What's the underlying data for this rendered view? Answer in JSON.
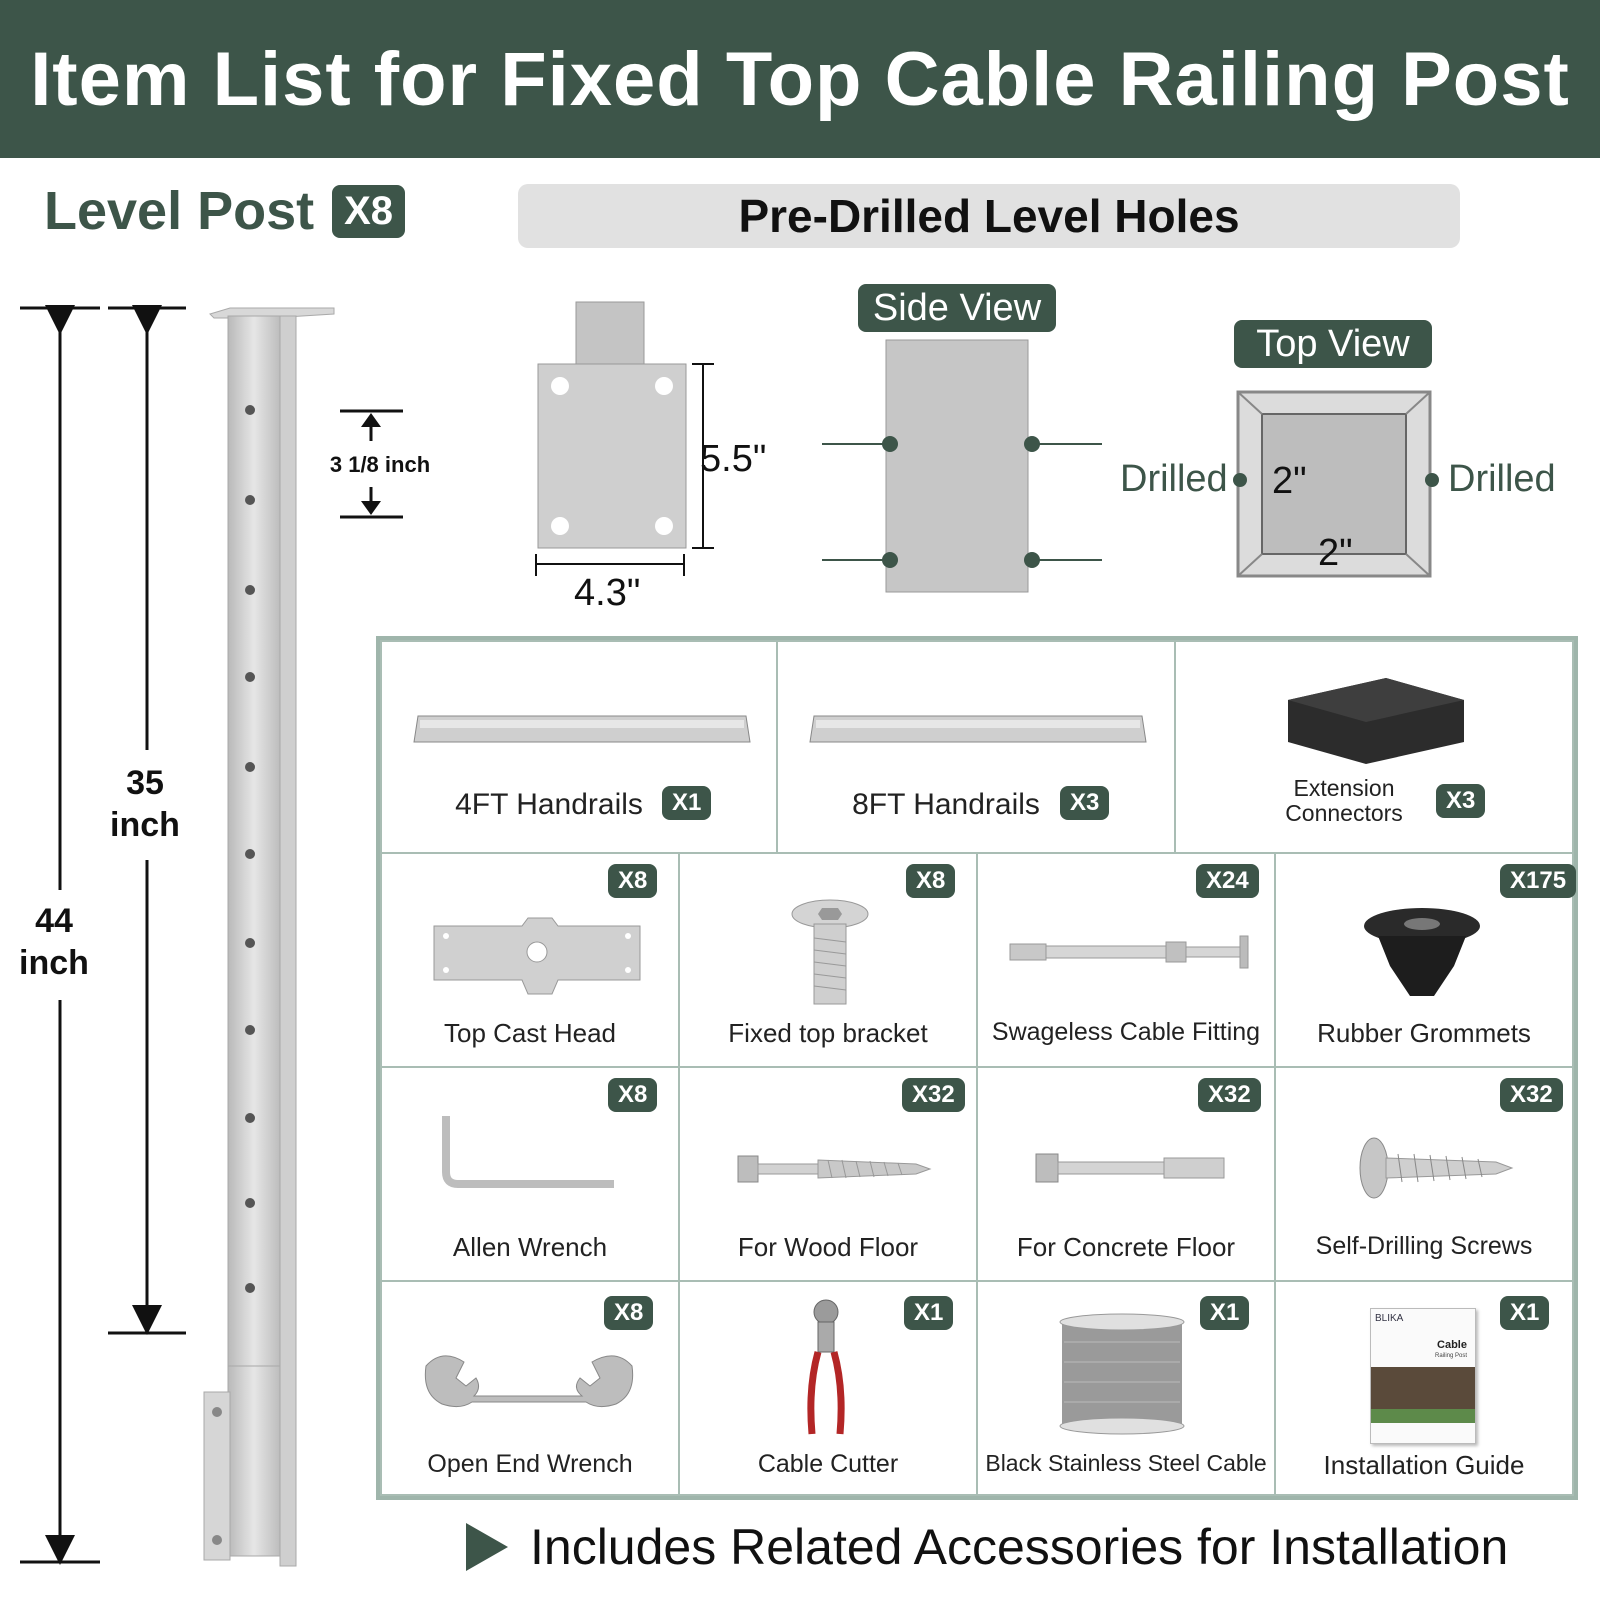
{
  "title": "Item List for Fixed Top Cable Railing Post",
  "level_post": {
    "label": "Level Post",
    "qty": "X8"
  },
  "predrilled_title": "Pre-Drilled Level Holes",
  "dimensions": {
    "overall": "44 inch",
    "overall_num": "44",
    "overall_unit": "inch",
    "cable_height_num": "35",
    "cable_height_unit": "inch",
    "hole_spacing": "3 1/8 inch",
    "base_height": "5.5\"",
    "base_width": "4.3\"",
    "top_size_a": "2\"",
    "top_size_b": "2\""
  },
  "views": {
    "side": "Side View",
    "top": "Top View",
    "drilled_left": "Drilled",
    "drilled_right": "Drilled"
  },
  "items_row1": [
    {
      "label": "4FT Handrails",
      "qty": "X1",
      "icon": "handrail-icon"
    },
    {
      "label": "8FT Handrails",
      "qty": "X3",
      "icon": "handrail-icon"
    },
    {
      "label_line1": "Extension",
      "label_line2": "Connectors",
      "qty": "X3",
      "icon": "connector-block-icon"
    }
  ],
  "items_grid": [
    {
      "label": "Top Cast Head",
      "qty": "X8",
      "icon": "cast-head-icon"
    },
    {
      "label": "Fixed top bracket",
      "qty": "X8",
      "icon": "bolt-icon"
    },
    {
      "label": "Swageless Cable Fitting",
      "qty": "X24",
      "icon": "cable-fitting-icon"
    },
    {
      "label": "Rubber Grommets",
      "qty": "X175",
      "icon": "grommet-icon"
    },
    {
      "label": "Allen Wrench",
      "qty": "X8",
      "icon": "allen-wrench-icon"
    },
    {
      "label": "For Wood Floor",
      "qty": "X32",
      "icon": "lag-screw-icon"
    },
    {
      "label": "For Concrete Floor",
      "qty": "X32",
      "icon": "anchor-bolt-icon"
    },
    {
      "label": "Self-Drilling Screws",
      "qty": "X32",
      "icon": "screw-icon"
    },
    {
      "label": "Open End Wrench",
      "qty": "X8",
      "icon": "wrench-icon"
    },
    {
      "label": "Cable Cutter",
      "qty": "X1",
      "icon": "cable-cutter-icon"
    },
    {
      "label": "Black Stainless Steel Cable",
      "qty": "X1",
      "icon": "cable-spool-icon"
    },
    {
      "label": "Installation Guide",
      "qty": "X1",
      "icon": "guide-book-icon"
    }
  ],
  "guide_cover": {
    "brand": "BLIKA",
    "title": "Cable",
    "subtitle": "Railing Post"
  },
  "footer": "Includes Related Accessories for Installation",
  "colors": {
    "brand": "#3d5549",
    "steel": "#c9c9c9",
    "grid_border": "#9fb5ab"
  }
}
